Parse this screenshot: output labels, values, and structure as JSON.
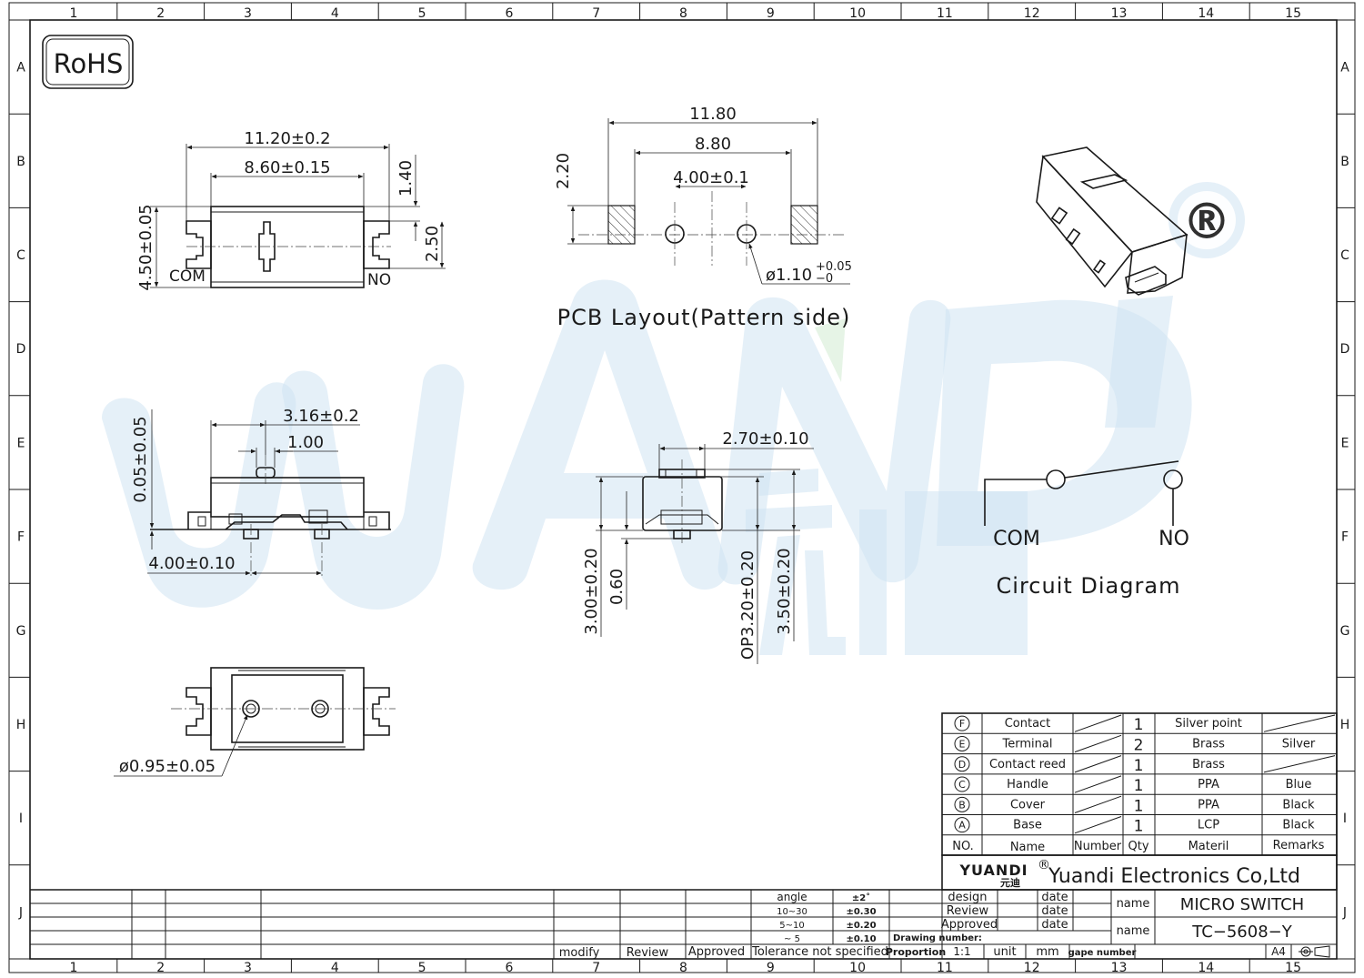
{
  "frame": {
    "cols": [
      "1",
      "2",
      "3",
      "4",
      "5",
      "6",
      "7",
      "8",
      "9",
      "10",
      "11",
      "12",
      "13",
      "14",
      "15"
    ],
    "rows": [
      "A",
      "B",
      "C",
      "D",
      "E",
      "F",
      "G",
      "H",
      "I",
      "J"
    ]
  },
  "badge": {
    "rohs": "RoHS"
  },
  "watermark": {
    "brand": "YUANDI",
    "registered": "®",
    "chinese": "元迪"
  },
  "top_view": {
    "width_dim": "11.20±0.2",
    "inner_dim": "8.60±0.15",
    "height_dim": "4.50±0.05",
    "gap_dim": "1.40",
    "terminal_dim": "2.50",
    "com_label": "COM",
    "no_label": "NO"
  },
  "pcb_layout": {
    "outer_dim": "11.80",
    "mid_dim": "8.80",
    "pitch_dim": "4.00±0.1",
    "pad_dim": "2.20",
    "hole_dim_main": "ø1.10",
    "hole_tol_plus": "+0.05",
    "hole_tol_minus": "−0",
    "caption": "PCB Layout(Pattern side)"
  },
  "side_view": {
    "offset_dim": "3.16±0.2",
    "actuator_dim": "1.00",
    "flatness_dim": "0.05±0.05",
    "pin_dim": "4.00±0.10"
  },
  "front_view": {
    "width_dim": "2.70±0.10",
    "height_dim": "3.00±0.20",
    "standoff_dim": "0.60",
    "op_dim": "OP3.20±0.20",
    "total_dim": "3.50±0.20"
  },
  "bottom_view": {
    "hole_dim": "ø0.95±0.05"
  },
  "circuit": {
    "com": "COM",
    "no": "NO",
    "caption": "Circuit Diagram"
  },
  "bom": {
    "rows": [
      {
        "no": "F",
        "name": "Contact",
        "qty": "1",
        "material": "Silver point",
        "remarks": ""
      },
      {
        "no": "E",
        "name": "Terminal",
        "qty": "2",
        "material": "Brass",
        "remarks": "Silver"
      },
      {
        "no": "D",
        "name": "Contact reed",
        "qty": "1",
        "material": "Brass",
        "remarks": ""
      },
      {
        "no": "C",
        "name": "Handle",
        "qty": "1",
        "material": "PPA",
        "remarks": "Blue"
      },
      {
        "no": "B",
        "name": "Cover",
        "qty": "1",
        "material": "PPA",
        "remarks": "Black"
      },
      {
        "no": "A",
        "name": "Base",
        "qty": "1",
        "material": "LCP",
        "remarks": "Black"
      }
    ],
    "headers": {
      "no": "NO.",
      "name": "Name",
      "number": "Number",
      "qty": "Qty",
      "material": "Materil",
      "remarks": "Remarks"
    }
  },
  "title_block": {
    "company_logo": "YUANDI",
    "company_logo_reg": "®",
    "company_logo_cn": "元迪",
    "company": "Yuandi Electronics Co,Ltd",
    "design": "design",
    "review": "Review",
    "approved": "Approved",
    "date": "date",
    "name_label": "name",
    "part_name": "MICRO  SWITCH",
    "part_number": "TC−5608−Y",
    "drawing_number": "Drawing number:",
    "proportion": "Proportion",
    "scale": "1:1",
    "unit": "unit",
    "unit_value": "mm",
    "page_number": "gape number",
    "paper": "A4",
    "modify": "modify",
    "review_col": "Review",
    "approved_col": "Approved",
    "tolerance": "Tolerance  not  specified",
    "tol_rows": [
      {
        "range": "angle",
        "value": "±2˚"
      },
      {
        "range": "10~30",
        "value": "±0.30"
      },
      {
        "range": "5~10",
        "value": "±0.20"
      },
      {
        "range": "~ 5",
        "value": "±0.10"
      }
    ]
  }
}
